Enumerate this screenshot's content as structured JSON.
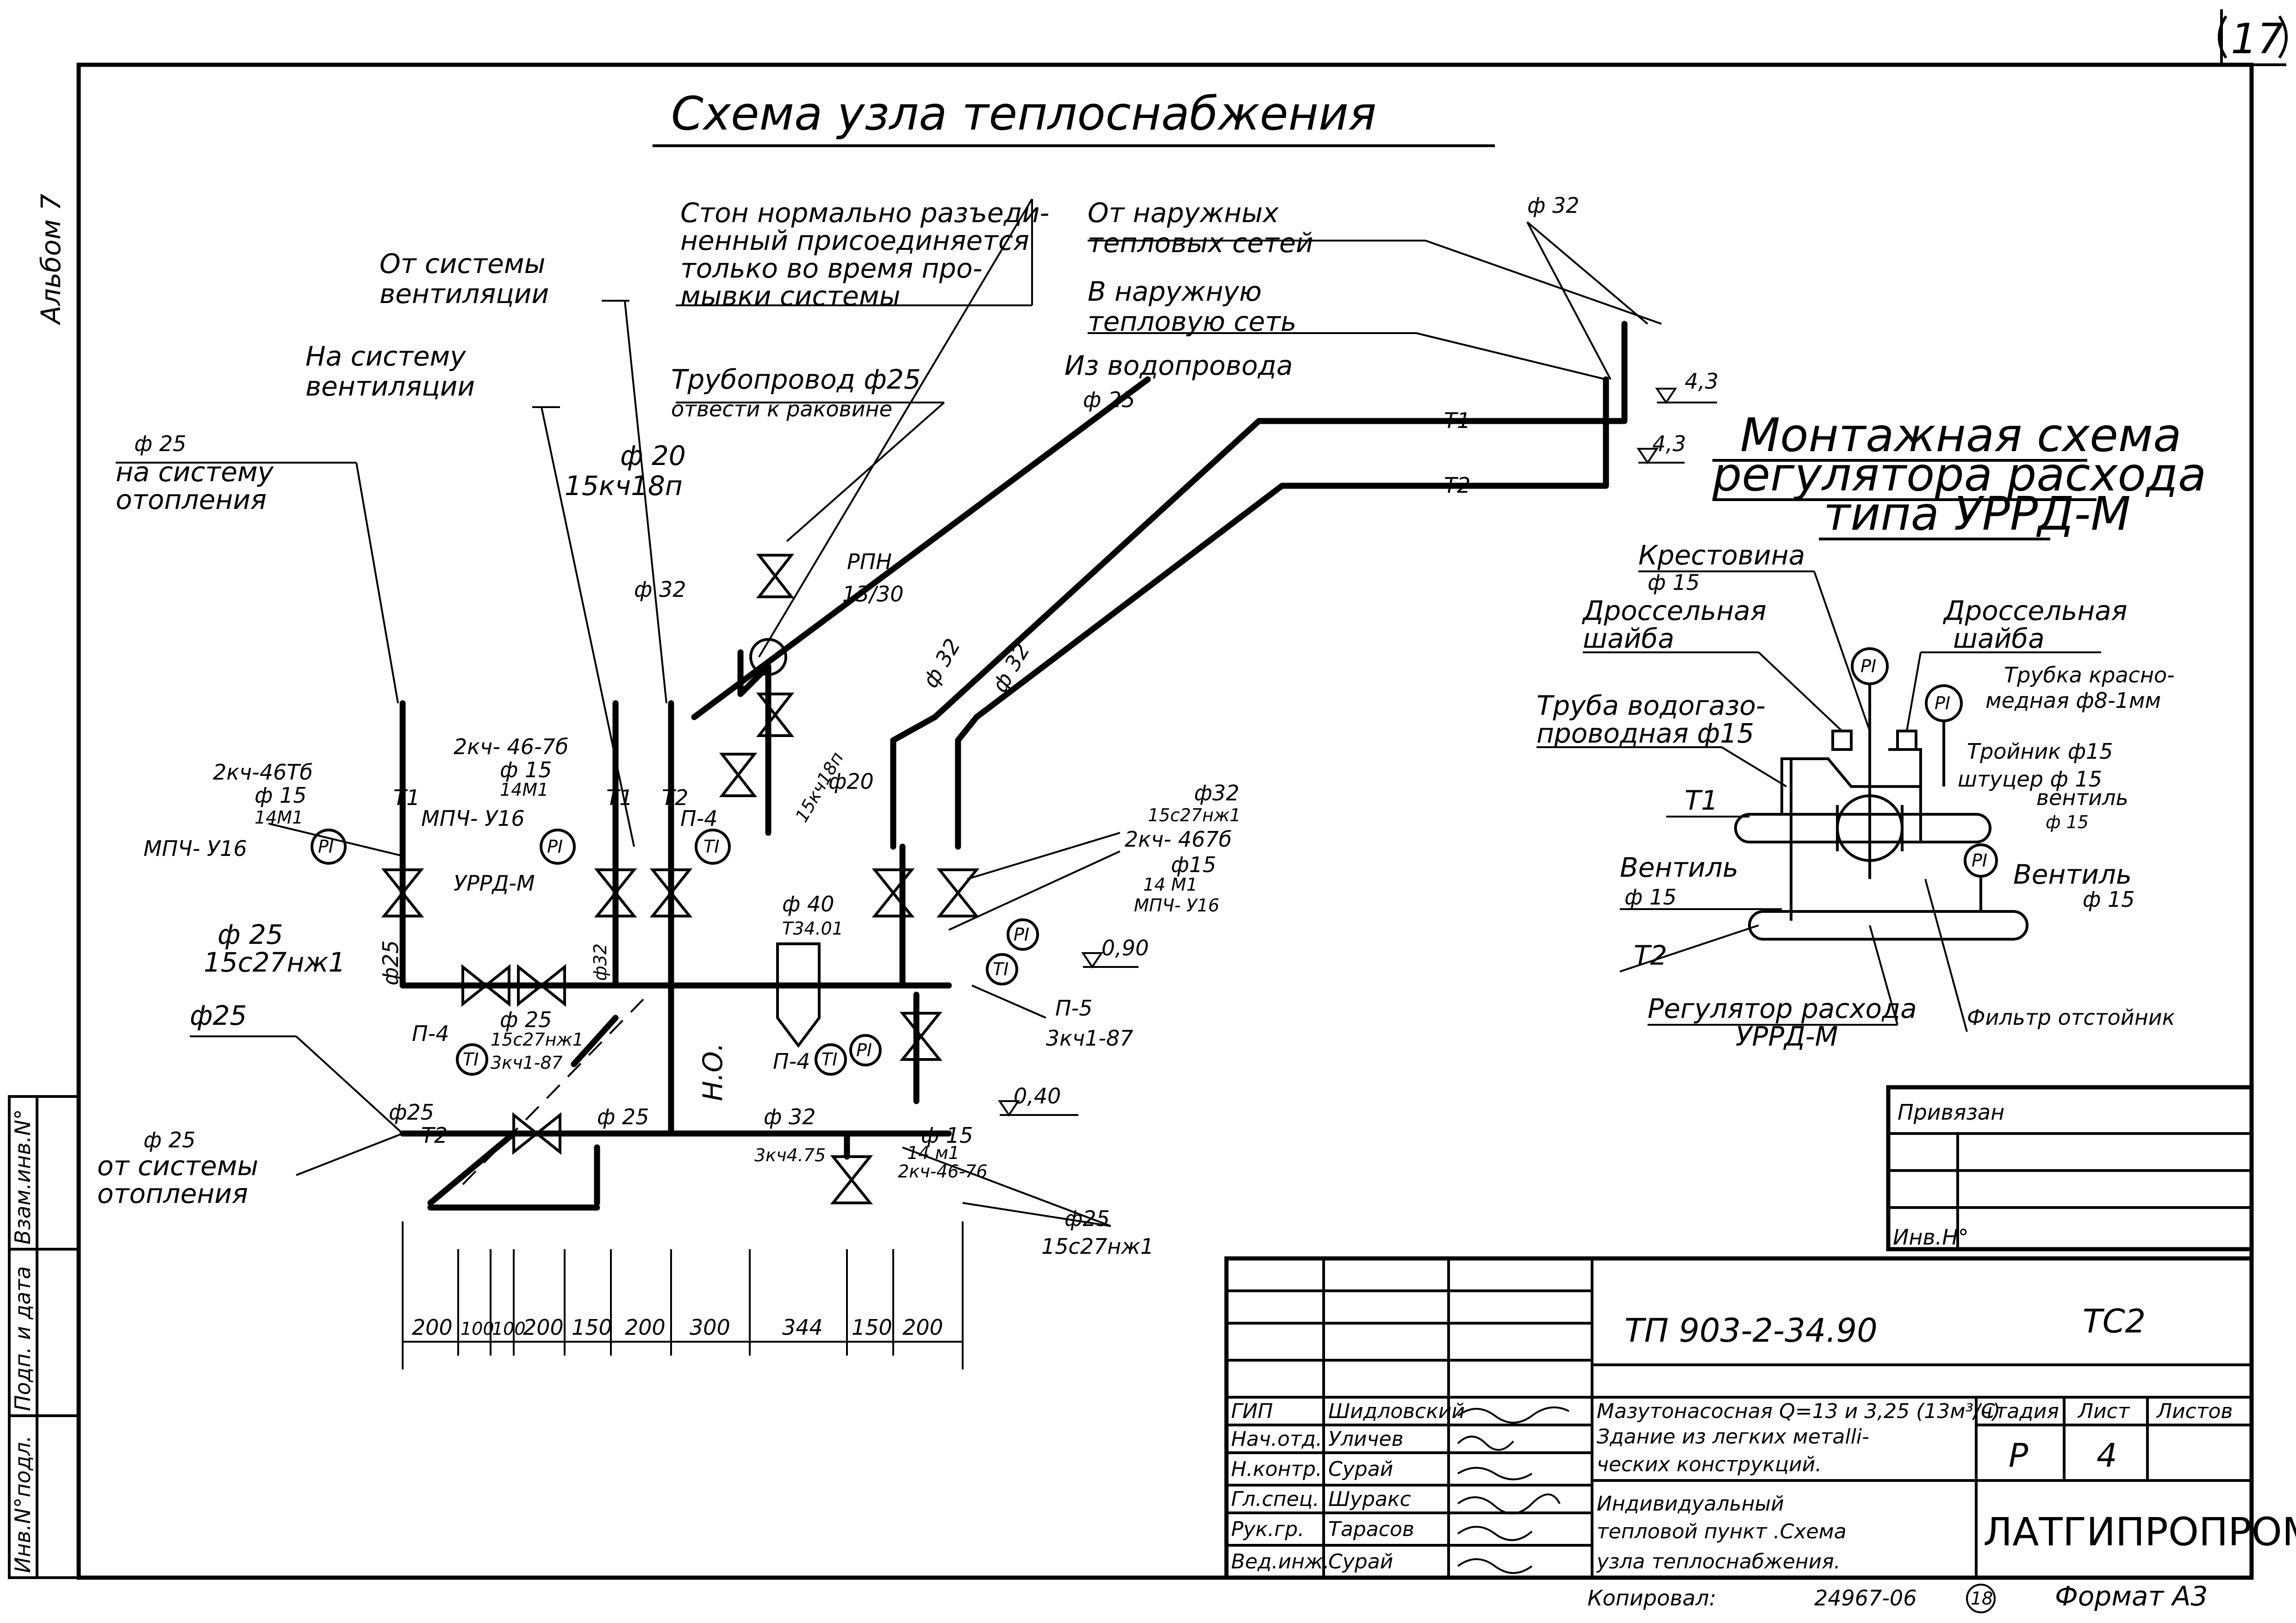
{
  "drawing": {
    "title": "Схема узла теплоснабжения",
    "album": "Альбом 7",
    "sheet_mark": "17",
    "labels": {
      "stop_note": [
        "Стон нормально разъеди-",
        "ненный присоединяется",
        "только во время про-",
        "мывки системы"
      ],
      "from_outer": [
        "От наружных",
        "тепловых сетей"
      ],
      "to_outer": [
        "В наружную",
        "тепловую сеть"
      ],
      "from_water": "Из водопровода",
      "d25_water": "ф 25",
      "from_vent": [
        "От системы",
        "вентиляции"
      ],
      "to_vent": [
        "На систему",
        "вентиляции"
      ],
      "pipe_sink": [
        "Трубопровод ф25",
        "отвести к раковине"
      ],
      "to_heating": [
        "ф 25",
        "на систему",
        "отопления"
      ],
      "from_heating": [
        "ф 25",
        "от системы",
        "отопления"
      ],
      "d32_top": "ф 32",
      "elev_43a": "4,3",
      "elev_43b": "4,3",
      "t1": "Т1",
      "t2": "Т2",
      "d20_a": "ф 20",
      "v15kch18p_a": "15кч18п",
      "rpn": "РПН",
      "rpn_val": "13/30",
      "d32_v1": "ф 32",
      "d32_v2": "ф 32",
      "d32_mid": "ф 32",
      "d20_b": "ф20",
      "v15kch18p_b": "15кч18п",
      "v2kch467b_l": "2кч-46Тб",
      "d15_l": "ф 15",
      "m14m1_l": "14М1",
      "mpch_l": "МПЧ- У16",
      "d25_v": "ф 25",
      "v15s27_l": "15с27нж1",
      "d25_vert": "ф25",
      "v2kch467b_m": "2кч- 46-7б",
      "d15_m": "ф 15",
      "m14m1_m": "14М1",
      "mpch_m": "МПЧ- У16",
      "urrd": "УРРД-М",
      "d32_v": "ф32",
      "d25_m": "ф 25",
      "v15s27_m": "15с27нж1",
      "ekch187": "3кч1-87",
      "p4_a": "П-4",
      "p4_b": "П-4",
      "p4_c": "П-4",
      "d25_bot": "ф25",
      "d25_mix": "ф 25",
      "d25_t2": "ф25",
      "d40": "ф 40",
      "t3401": "Т34.01",
      "no": "Н.О.",
      "d32_b": "ф 32",
      "ekch475": "3кч4.75",
      "d32_r": "ф32",
      "v15s27_r": "15с27нж1",
      "v2kch467b_r": "2кч- 467б",
      "d15_r": "ф15",
      "m14m1_r": "14 М1",
      "mpch_r": "МПЧ- У16",
      "elev_090": "0,90",
      "elev_040": "0,40",
      "p5": "П-5",
      "ekch187_r": "3кч1-87",
      "d15_b": "ф 15",
      "m14m1_b": "14 м1",
      "v2kch_b": "2кч-46-76",
      "d25_br": "ф25",
      "v15s27_br": "15с27нж1",
      "pi": "PI",
      "ti": "TI",
      "dims": [
        "200",
        "100",
        "100",
        "200",
        "150",
        "200",
        "300",
        "344",
        "150",
        "200"
      ]
    },
    "detail": {
      "title": [
        "Монтажная схема",
        "регулятора расхода",
        "типа УРРД-М"
      ],
      "cross": [
        "Крестовина",
        "ф 15"
      ],
      "orifice_l": [
        "Дроссельная",
        "шайба"
      ],
      "orifice_r": [
        "Дроссельная",
        "шайба"
      ],
      "copper": [
        "Трубка красно-",
        "медная ф8-1мм"
      ],
      "tube": [
        "Труба водогазо-",
        "проводная ф15"
      ],
      "tee": "Тройник ф15",
      "nipple": "штуцер ф 15",
      "valve_r1": [
        "вентиль",
        "ф 15"
      ],
      "valve_l": [
        "Вентиль",
        "ф 15"
      ],
      "valve_r2": [
        "Вентиль",
        "ф 15"
      ],
      "t1": "Т1",
      "t2": "Т2",
      "regulator": [
        "Регулятор расхода",
        "УРРД-М"
      ],
      "filter": "Фильтр отстойник"
    },
    "stamp": {
      "attached": "Привязан",
      "inv_no": "Инв.Н°",
      "code": "ТП 903-2-34.90",
      "sheet_code": "ТС2",
      "roles": [
        "ГИП",
        "Нач.отд.",
        "Н.контр.",
        "Гл.спец.",
        "Рук.гр.",
        "Вед.инж."
      ],
      "names": [
        "Шидловский",
        "Уличев",
        "Сурай",
        "Шуракс",
        "Тарасов",
        "Сурай"
      ],
      "object": [
        "Мазутонасосная Q=13 и 3,25 (13м³/ч)",
        "Здание из легких метalli-",
        "ческих конструкций."
      ],
      "sheet_title": [
        "Индивидуальный",
        "тепловой пункт .Схема",
        "узла теплоснабжения."
      ],
      "stage_hdr": "Стадия",
      "sheet_hdr": "Лист",
      "sheets_hdr": "Листов",
      "stage": "Р",
      "sheet": "4",
      "org": "ЛАТГИПРОПРОМ",
      "copied": "Копировал:",
      "copy_no": "24967-06",
      "circle_no": "18",
      "format": "Формат А3",
      "side_cells": [
        "Инв.N°подл.",
        "Подп. и дата",
        "Взам.инв.N°"
      ]
    }
  }
}
